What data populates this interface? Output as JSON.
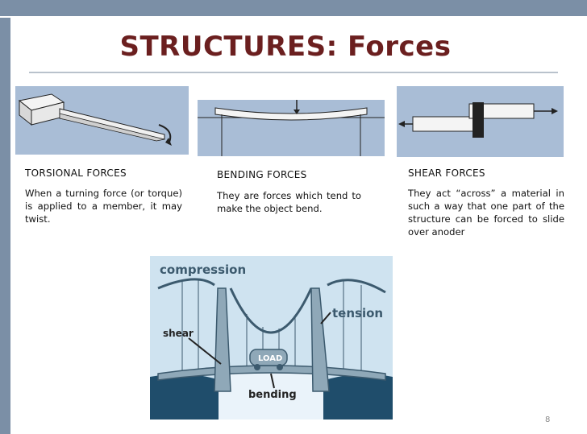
{
  "title": "STRUCTURES: Forces",
  "sections": [
    {
      "heading": "TORSIONAL FORCES",
      "text": "When a turning force (or torque) is applied to a member, it may twist."
    },
    {
      "heading": "BENDING FORCES",
      "text": "They are forces which tend to make the object bend."
    },
    {
      "heading": "SHEAR FORCES",
      "text": "They act “across” a material in such a way that one part of the structure can be forced to slide over anoder"
    }
  ],
  "bridge": {
    "compression": "compression",
    "tension": "tension",
    "shear": "shear",
    "bending": "bending",
    "load": "LOAD"
  },
  "page_number": "8",
  "colors": {
    "accent": "#7b8fa6",
    "title": "#6b1f1f",
    "figure_bg": "#a9bdd6"
  }
}
